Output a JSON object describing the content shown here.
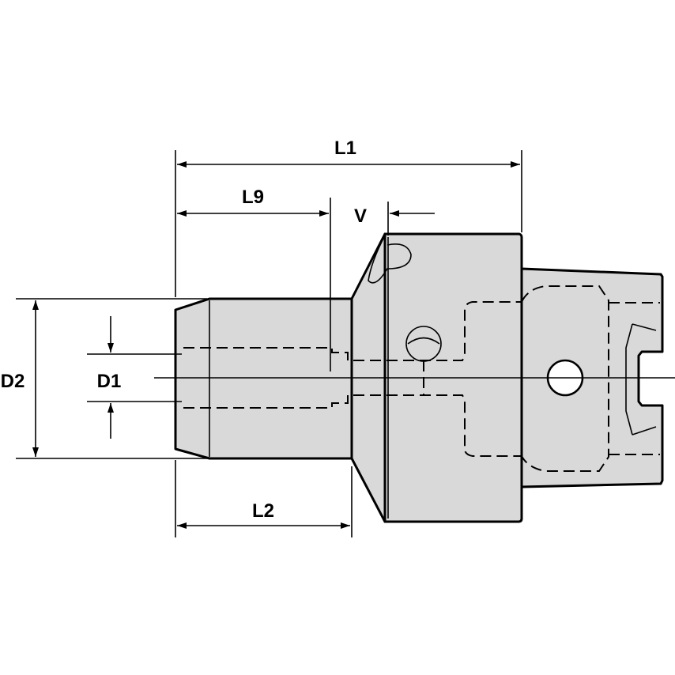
{
  "title": "Tool holder adapter dimension drawing",
  "dimensions": {
    "L1": "L1",
    "L9": "L9",
    "V": "V",
    "D2": "D2",
    "D1": "D1",
    "L2": "L2"
  },
  "colors": {
    "body_fill": "#d9d9d9",
    "line": "#000000",
    "background": "#ffffff"
  }
}
